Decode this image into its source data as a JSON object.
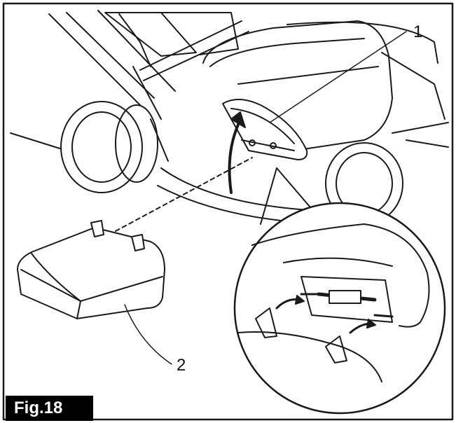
{
  "figure": {
    "label": "Fig.18",
    "callouts": [
      {
        "id": "1",
        "text": "1"
      },
      {
        "id": "2",
        "text": "2"
      }
    ]
  },
  "colors": {
    "line": "#1a1a1a",
    "fill": "#ffffff",
    "label_bg": "#000000",
    "label_text": "#ffffff"
  }
}
